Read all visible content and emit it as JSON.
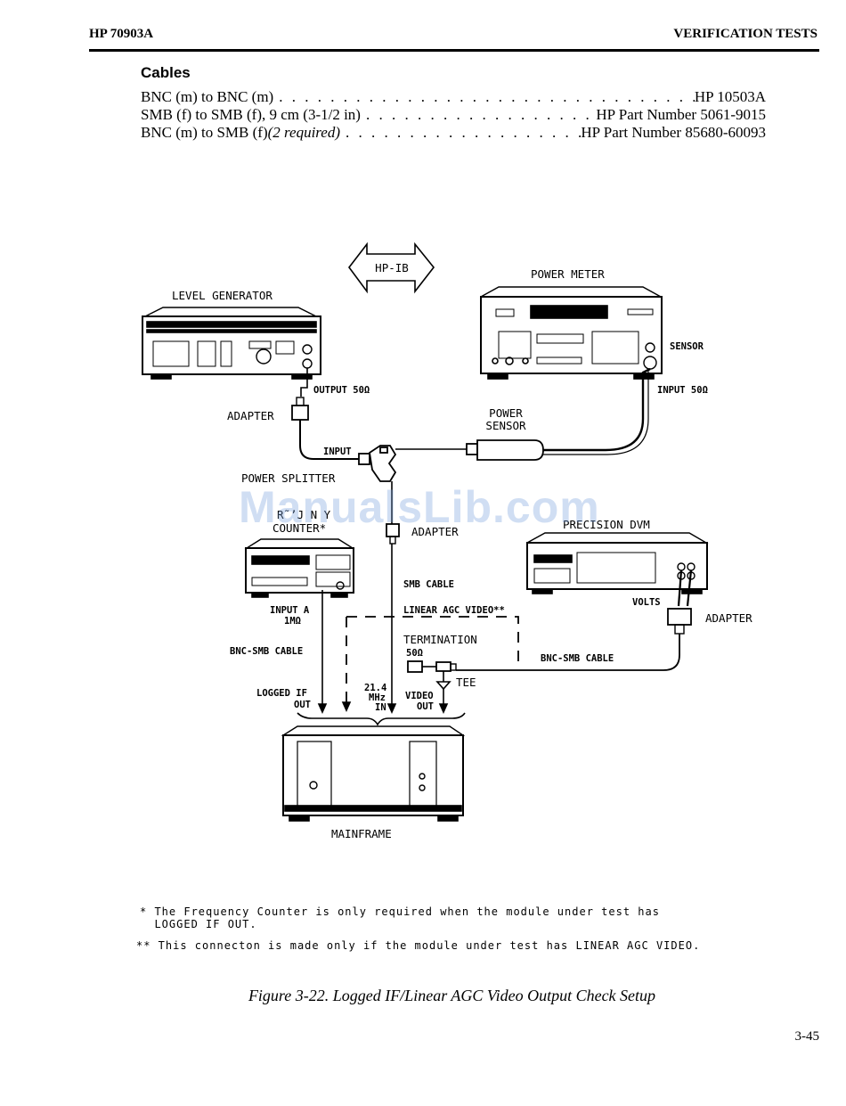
{
  "header": {
    "left": "HP 70903A",
    "right": "VERIFICATION TESTS"
  },
  "cables": {
    "title": "Cables",
    "rows": [
      {
        "desc": "BNC (m) to BNC (m)",
        "note": "",
        "part": "HP 10503A"
      },
      {
        "desc": "SMB (f) to SMB (f), 9 cm (3-1/2 in)",
        "note": "",
        "part": "HP Part Number 5061-9015"
      },
      {
        "desc": "BNC (m) to SMB (f) ",
        "note": "(2 required)",
        "part": "HP Part Number 85680-60093"
      }
    ]
  },
  "diagram": {
    "hpib": "HP-IB",
    "level_generator": "LEVEL GENERATOR",
    "power_meter": "POWER METER",
    "sensor": "SENSOR",
    "input_50": "INPUT 50Ω",
    "output_50": "OUTPUT 50Ω",
    "adapter_left": "ADAPTER",
    "power_sensor_1": "POWER",
    "power_sensor_2": "SENSOR",
    "input": "INPUT",
    "power_splitter": "POWER SPLITTER",
    "freq_counter_1": "R˜ʼJ N Y",
    "freq_counter_2": "COUNTER*",
    "adapter_mid": "ADAPTER",
    "precision_dvm": "PRECISION DVM",
    "smb_cable": "SMB CABLE",
    "linear_agc_video": "LINEAR AGC VIDEO**",
    "volts": "VOLTS",
    "adapter_right": "ADAPTER",
    "input_a_1": "INPUT A",
    "input_a_2": "1MΩ",
    "termination_1": "TERMINATION",
    "termination_2": "50Ω",
    "bnc_smb_left": "BNC-SMB CABLE",
    "bnc_smb_right": "BNC-SMB CABLE",
    "tee": "TEE",
    "logged_if_1": "LOGGED IF",
    "logged_if_2": "OUT",
    "mhz_1": "21.4",
    "mhz_2": "MHz",
    "mhz_3": "IN",
    "video_out_1": "VIDEO",
    "video_out_2": "OUT",
    "mainframe": "MAINFRAME"
  },
  "watermark": "ManualsLib.com",
  "footnotes": [
    "* The Frequency Counter is only required when the module under test has\n  LOGGED IF OUT.",
    "** This connecton is made only if the module under test has LINEAR AGC VIDEO."
  ],
  "caption": "Figure 3-22. Logged IF/Linear AGC Video Output Check Setup",
  "page_number": "3-45"
}
